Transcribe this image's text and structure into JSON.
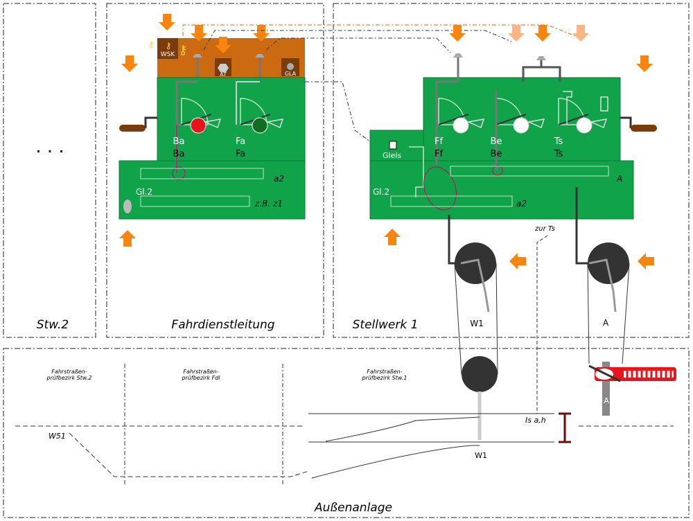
{
  "colors": {
    "panel_green": "#11a34a",
    "block_orange": "#cc6a12",
    "arrow_orange": "#f8850f",
    "arrow_faded": "#f9b586",
    "lamp_red": "#e8141c",
    "lamp_green": "#0f6e1f",
    "barrier_red": "#ea141c",
    "grey": "#888888",
    "dark": "#333333"
  },
  "regions": {
    "stw2": "Stw.2",
    "fdl": "Fahrdienstleitung",
    "stellwerk1": "Stellwerk 1",
    "aussenanlage": "Außenanlage"
  },
  "ellipsis": ". . .",
  "fdl": {
    "tag_wsk": "WSK",
    "tag_at": "AT",
    "tag_gla": "GLA",
    "ba_top": "Ba",
    "ba_bottom": "Ba",
    "fa_top": "Fa",
    "fa_bottom": "Fa",
    "track_a2": "a2",
    "track_z1": "z.B. z1",
    "gl2": "Gl.2"
  },
  "stw1": {
    "gleis": "Gleis",
    "ff_top": "Ff",
    "ff_bottom": "Ff",
    "be_top": "Be",
    "be_bottom": "Be",
    "ts_top": "Ts",
    "ts_bottom": "Ts",
    "track_a": "A",
    "track_a2": "a2",
    "gl2": "Gl.2",
    "zur_ts": "zur Ts",
    "w1_drive": "W1",
    "a_drive": "A"
  },
  "field": {
    "bezirk_stw2": [
      "Fahrstraßen-",
      "prüfbezirk Stw.2"
    ],
    "bezirk_fdl": [
      "Fahrstraßen-",
      "prüfbezirk Fdl"
    ],
    "bezirk_stw1": [
      "Fahrstraßen-",
      "prüfbezirk Stw.1"
    ],
    "w51": "W51",
    "is_ah": "Is a,h",
    "w1": "W1",
    "a_barrier": "A"
  }
}
